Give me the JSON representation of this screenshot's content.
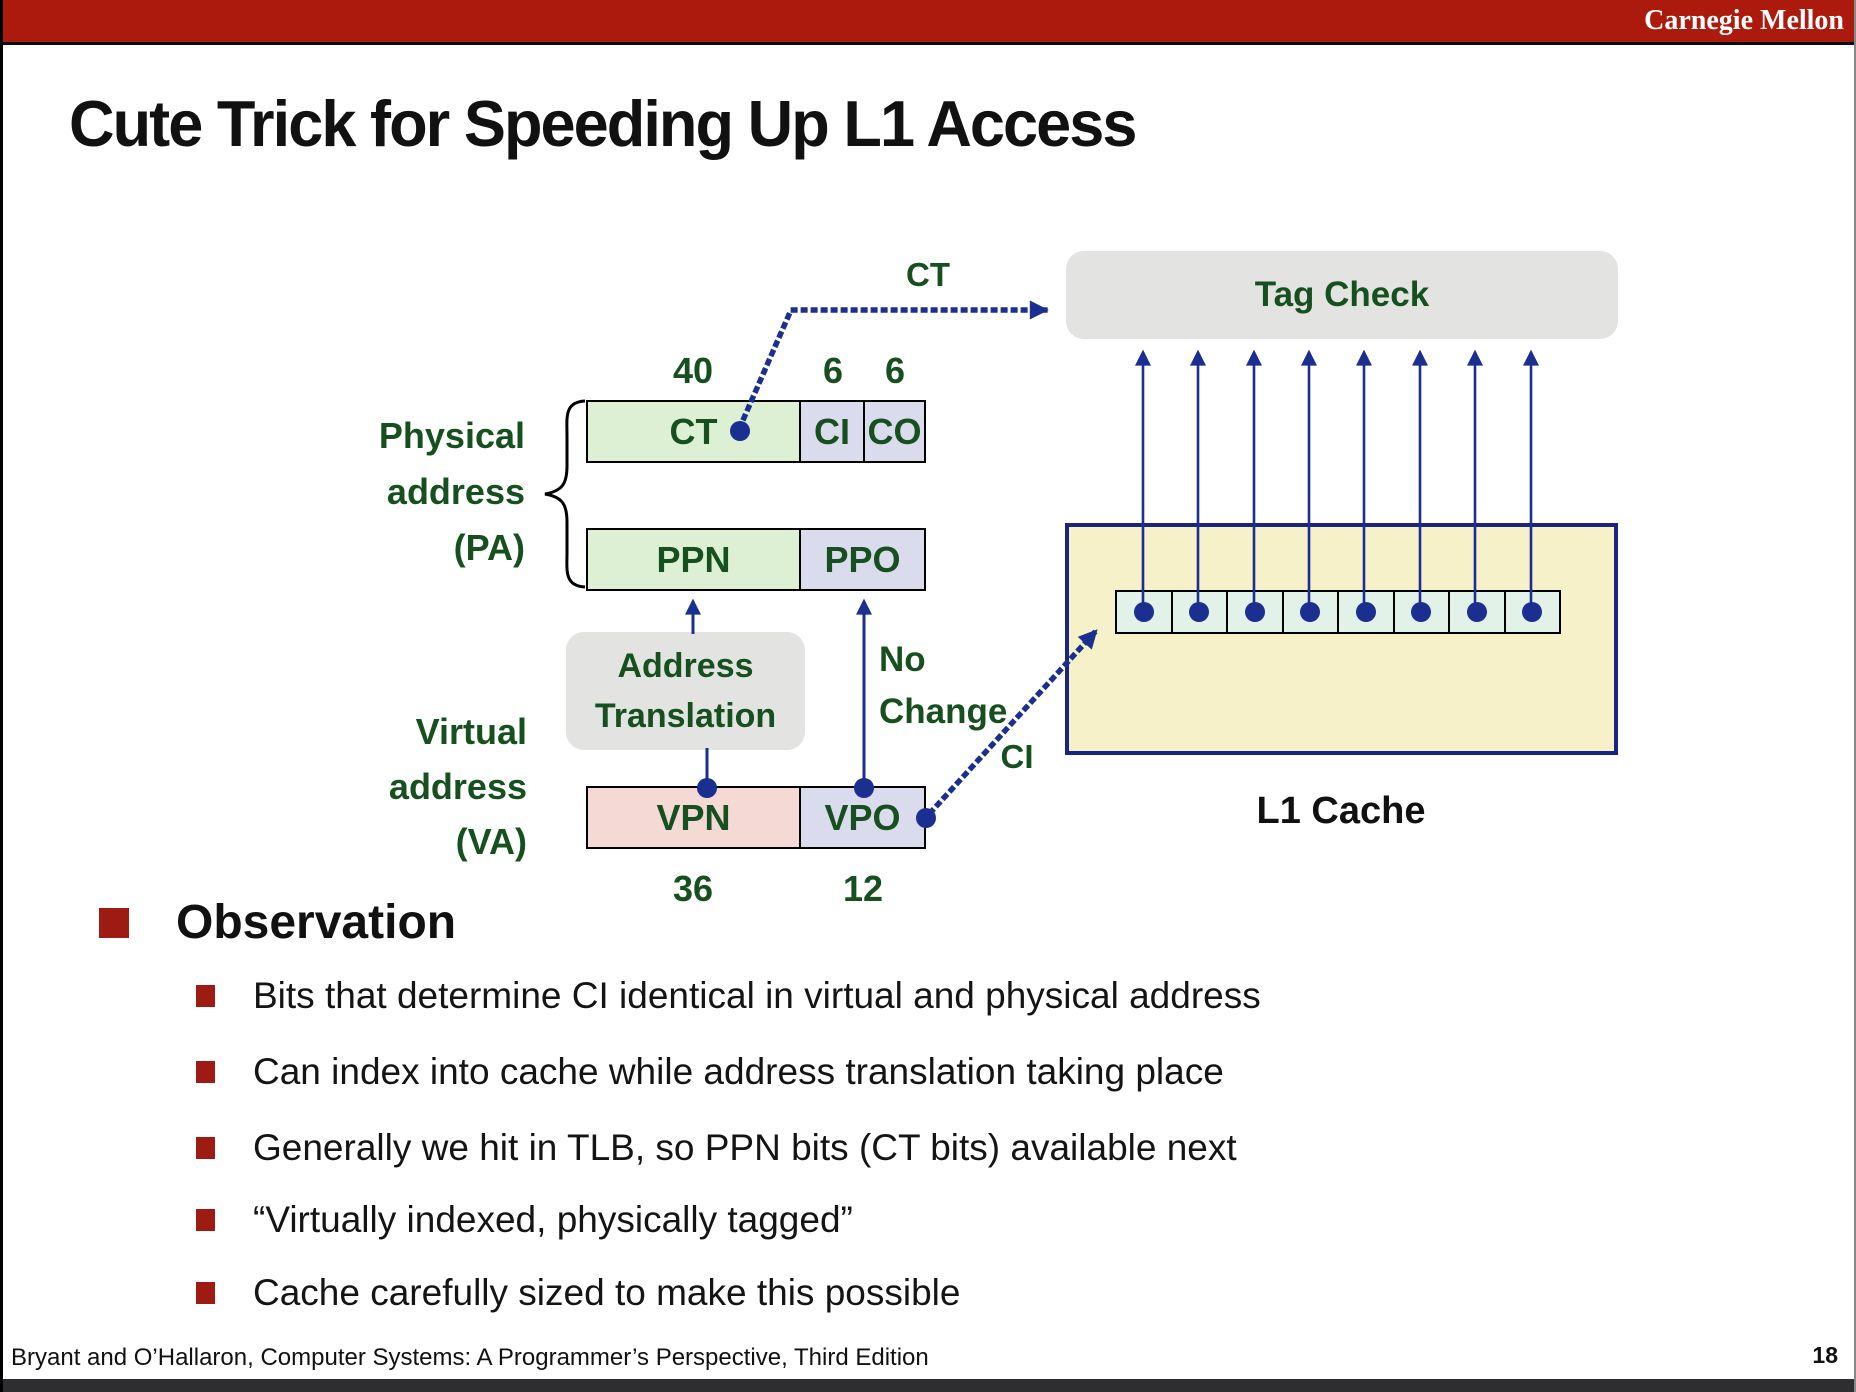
{
  "header": {
    "brand": "Carnegie Mellon"
  },
  "title": "Cute Trick for Speeding Up L1 Access",
  "diagram": {
    "tag_check_label": "Tag Check",
    "ct_arrow_label": "CT",
    "ci_arrow_label": "CI",
    "pa_bits": {
      "ct": "40",
      "ci": "6",
      "co": "6"
    },
    "pa_row1": {
      "ct": "CT",
      "ci": "CI",
      "co": "CO"
    },
    "pa_row2": {
      "ppn": "PPN",
      "ppo": "PPO"
    },
    "pa_label_lines": [
      "Physical",
      "address",
      "(PA)"
    ],
    "va_label_lines": [
      "Virtual",
      "address",
      "(VA)"
    ],
    "address_translation_lines": [
      "Address",
      "Translation"
    ],
    "no_change_lines": [
      "No",
      "Change"
    ],
    "va_row": {
      "vpn": "VPN",
      "vpo": "VPO"
    },
    "va_bits": {
      "vpn": "36",
      "vpo": "12"
    },
    "l1_cache_label": "L1 Cache",
    "colors": {
      "header_red": "#AC190D",
      "dark_green_text": "#17501F",
      "navy_arrow": "#1A2F8F",
      "field_green": "#DEF0D4",
      "field_lavender": "#DBDBEE",
      "field_pink": "#F5D9D5",
      "cache_yellow": "#F6F1C9",
      "cell_green": "#E3F2E9",
      "gray_box": "#E3E3E2",
      "bullet_red": "#9E1B14"
    }
  },
  "observation": {
    "heading": "Observation",
    "bullets": [
      "Bits that determine CI identical in virtual and physical address",
      "Can index into cache while address translation taking place",
      "Generally we hit in TLB, so PPN bits (CT bits) available next",
      "“Virtually indexed, physically tagged”",
      "Cache carefully sized to make this possible"
    ]
  },
  "footer": {
    "citation": "Bryant and O’Hallaron, Computer Systems: A Programmer’s Perspective, Third Edition",
    "page_number": "18"
  }
}
